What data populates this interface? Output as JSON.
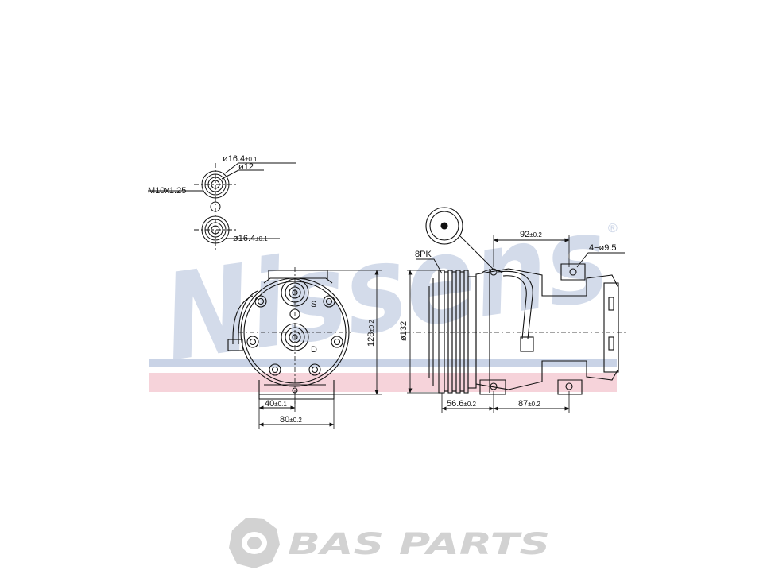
{
  "watermark": {
    "brand": "Nissens",
    "mark": "®"
  },
  "fitting_detail": {
    "dia_outer_top": {
      "main": "ø16.4",
      "tol": "±0.1"
    },
    "dia_inner": "ø12",
    "thread": "M10x1.25",
    "dia_outer_bottom": {
      "main": "ø16.4",
      "tol": "±0.1"
    }
  },
  "front_view": {
    "port_suction": "S",
    "port_discharge": "D",
    "height": {
      "main": "128",
      "tol": "±0.2"
    },
    "width_half": {
      "main": "40",
      "tol": "±0.1"
    },
    "width_full": {
      "main": "80",
      "tol": "±0.2"
    }
  },
  "side_view": {
    "belt": "8PK",
    "pulley_dia": "ø132",
    "mount_spacing": {
      "main": "92",
      "tol": "±0.2"
    },
    "mount_holes": "4−ø9.5",
    "pulley_offset": {
      "main": "56.6",
      "tol": "±0.2"
    },
    "mount_offset": {
      "main": "87",
      "tol": "±0.2"
    }
  },
  "footer": {
    "logo_text": "BAS PARTS"
  },
  "colors": {
    "watermark_blue": "#c9d3e6",
    "watermark_pink": "#f6d3da",
    "line": "#111111",
    "footer_gray": "#d2d2d2"
  }
}
